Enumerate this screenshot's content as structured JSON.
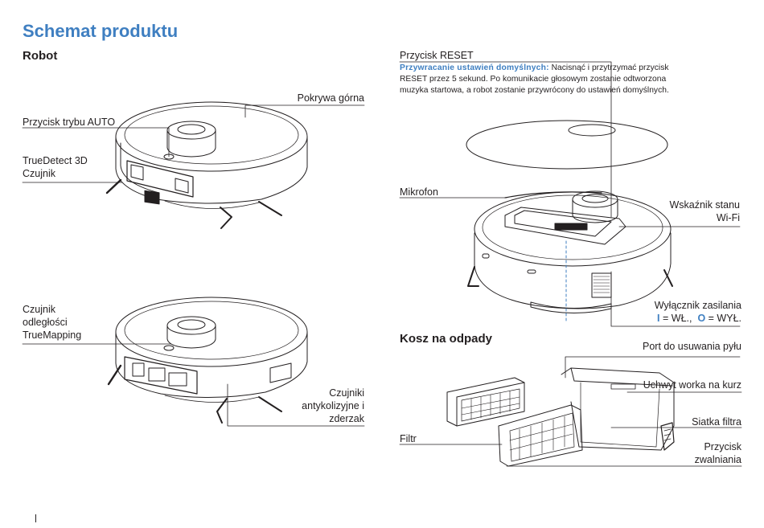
{
  "title": "Schemat produktu",
  "sections": {
    "robot": "Robot",
    "bin": "Kosz na odpady"
  },
  "labels": {
    "top_cover": "Pokrywa górna",
    "auto_button": "Przycisk trybu AUTO",
    "truedetect_1": "TrueDetect 3D",
    "truedetect_2": "Czujnik",
    "lds_1": "Czujnik",
    "lds_2": "odległości",
    "lds_3": "TrueMapping",
    "bumper_1": "Czujniki",
    "bumper_2": "antykolizyjne i",
    "bumper_3": "zderzak",
    "reset_button": "Przycisk RESET",
    "reset_desc_highlight": "Przywracanie ustawień domyślnych:",
    "reset_desc_1": "Nacisnąć i przytrzymać przycisk",
    "reset_desc_2": "RESET przez 5 sekund. Po komunikacie głosowym zostanie odtworzona",
    "reset_desc_3": "muzyka startowa, a robot zostanie przywrócony do ustawień domyślnych.",
    "microphone": "Mikrofon",
    "wifi_1": "Wskaźnik stanu",
    "wifi_2": "Wi-Fi",
    "power_switch": "Wyłącznik zasilania",
    "power_on_symbol": "I",
    "power_on_text": "= WŁ.,",
    "power_off_symbol": "O",
    "power_off_text": "= WYŁ.",
    "dust_port": "Port do usuwania pyłu",
    "bag_holder": "Uchwyt worka na kurz",
    "filter_mesh": "Siatka filtra",
    "filter": "Filtr",
    "release_1": "Przycisk",
    "release_2": "zwalniania"
  },
  "colors": {
    "accent": "#3f7fc1",
    "line": "#231f20"
  }
}
